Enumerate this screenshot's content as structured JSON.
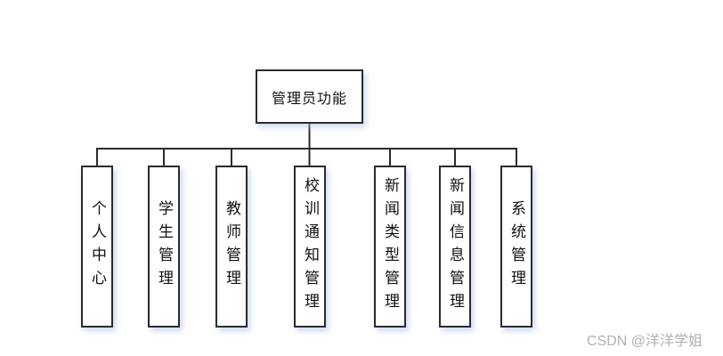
{
  "diagram": {
    "root": {
      "label": "管理员功能"
    },
    "children": [
      {
        "label": "个人中心"
      },
      {
        "label": "学生管理"
      },
      {
        "label": "教师管理"
      },
      {
        "label": "校训通知管理"
      },
      {
        "label": "新闻类型管理"
      },
      {
        "label": "新闻信息管理"
      },
      {
        "label": "系统管理"
      }
    ]
  },
  "watermark": {
    "text": "CSDN @洋洋学姐"
  },
  "colors": {
    "background": "#ffffff",
    "line": "#2b2b2b",
    "box_border": "#2b2b2b",
    "box_fill": "#ffffff",
    "box_shadow": "#a5bce8",
    "text": "#111111",
    "watermark": "#b1b1b1"
  }
}
